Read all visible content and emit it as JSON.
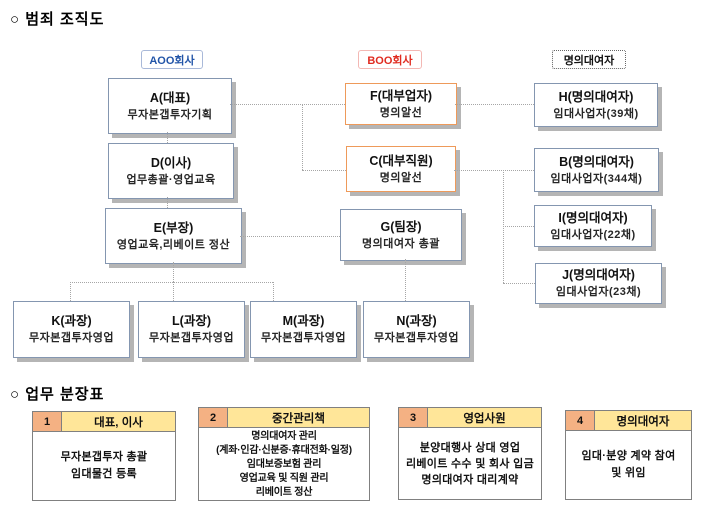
{
  "titles": {
    "org_chart": "○ 범죄 조직도",
    "duty_table": "○ 업무 분장표"
  },
  "org_chart": {
    "group_labels": [
      {
        "id": "aoo",
        "text": "AOO회사",
        "text_color": "#2255A8"
      },
      {
        "id": "boo",
        "text": "BOO회사",
        "text_color": "#E02B20"
      },
      {
        "id": "lender",
        "text": "명의대여자",
        "text_color": "#111111"
      }
    ],
    "nodes": [
      {
        "id": "A",
        "title": "A(대표)",
        "desc": "무자본갭투자기획",
        "style": "blue"
      },
      {
        "id": "D",
        "title": "D(이사)",
        "desc": "업무총괄·영업교육",
        "style": "blue"
      },
      {
        "id": "E",
        "title": "E(부장)",
        "desc": "영업교육,리베이트 정산",
        "style": "blue"
      },
      {
        "id": "F",
        "title": "F(대부업자)",
        "desc": "명의알선",
        "style": "orange"
      },
      {
        "id": "C",
        "title": "C(대부직원)",
        "desc": "명의알선",
        "style": "orange"
      },
      {
        "id": "G",
        "title": "G(팀장)",
        "desc": "명의대여자 총괄",
        "style": "blue"
      },
      {
        "id": "H",
        "title": "H(명의대여자)",
        "desc": "임대사업자(39채)",
        "style": "blue"
      },
      {
        "id": "B",
        "title": "B(명의대여자)",
        "desc": "임대사업자(344채)",
        "style": "blue"
      },
      {
        "id": "I",
        "title": "I(명의대여자)",
        "desc": "임대사업자(22채)",
        "style": "blue"
      },
      {
        "id": "J",
        "title": "J(명의대여자)",
        "desc": "임대사업자(23채)",
        "style": "blue"
      },
      {
        "id": "K",
        "title": "K(과장)",
        "desc": "무자본갭투자영업",
        "style": "blue"
      },
      {
        "id": "L",
        "title": "L(과장)",
        "desc": "무자본갭투자영업",
        "style": "blue"
      },
      {
        "id": "M",
        "title": "M(과장)",
        "desc": "무자본갭투자영업",
        "style": "blue"
      },
      {
        "id": "N",
        "title": "N(과장)",
        "desc": "무자본갭투자영업",
        "style": "blue"
      }
    ],
    "colors": {
      "blue_border": "#8496B0",
      "orange_border": "#EE9A5A",
      "connector": "#a6a6a6",
      "shadow": "#b5b5b5"
    }
  },
  "duty_table": {
    "cards": [
      {
        "num": "1",
        "title": "대표, 이사",
        "lines": [
          "무자본갭투자 총괄",
          "임대물건 등록"
        ]
      },
      {
        "num": "2",
        "title": "중간관리책",
        "lines": [
          "명의대여자 관리",
          "(계좌·인감·신분증·휴대전화·일정)",
          "임대보증보험 관리",
          "영업교육 및 직원 관리",
          "리베이트 정산"
        ]
      },
      {
        "num": "3",
        "title": "영업사원",
        "lines": [
          "분양대행사 상대 영업",
          "리베이트 수수 및 회사 입금",
          "명의대여자 대리계약"
        ]
      },
      {
        "num": "4",
        "title": "명의대여자",
        "lines": [
          "임대·분양 계약 참여",
          "및 위임"
        ]
      }
    ],
    "colors": {
      "num_bg": "#F4B183",
      "title_bg": "#FFE699"
    }
  }
}
